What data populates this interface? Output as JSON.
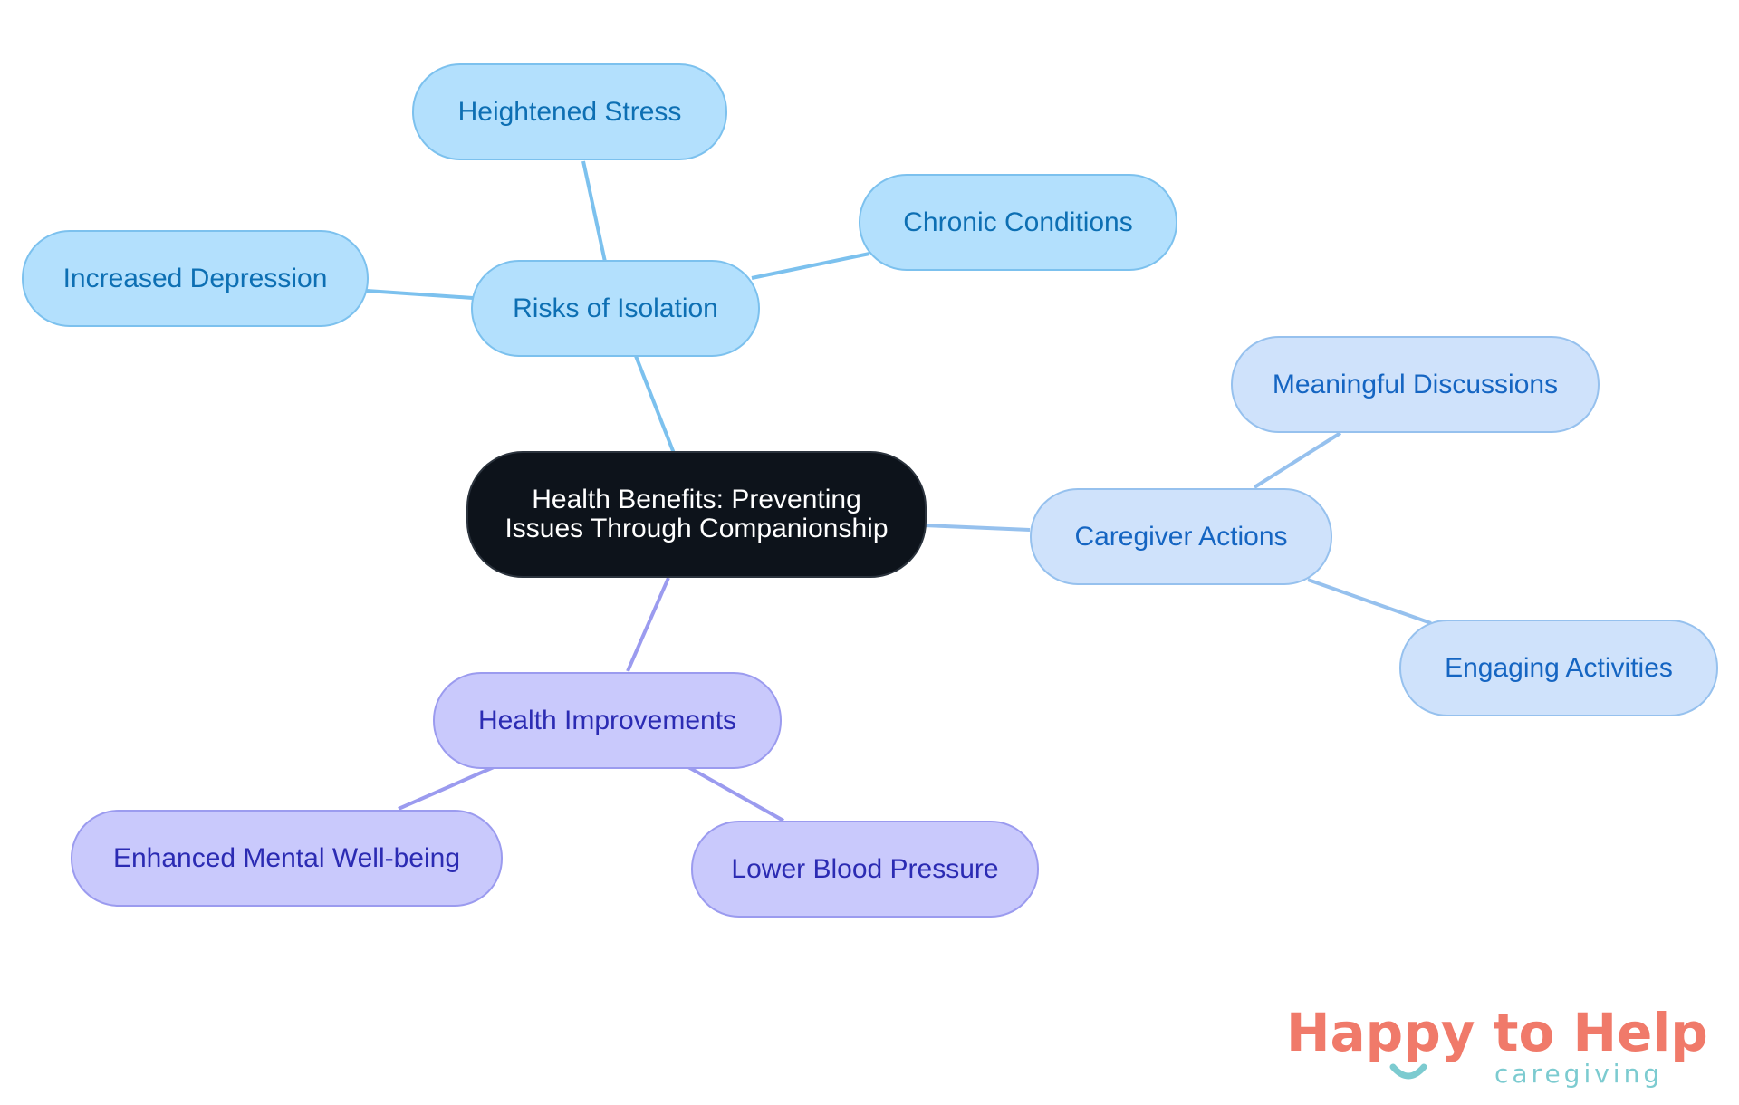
{
  "diagram": {
    "central": {
      "label_line1": "Health Benefits: Preventing",
      "label_line2": "Issues Through Companionship",
      "fill": "#0d131b"
    },
    "branches": [
      {
        "key": "risks",
        "label": "Risks of Isolation",
        "fill": "#b3e0fd",
        "stroke": "#7cc1ee",
        "text_color": "#0d6fb3",
        "children": [
          "Heightened Stress",
          "Chronic Conditions",
          "Increased Depression"
        ]
      },
      {
        "key": "caregiver",
        "label": "Caregiver Actions",
        "fill": "#cfe2fb",
        "stroke": "#96c1ee",
        "text_color": "#1565c2",
        "children": [
          "Meaningful Discussions",
          "Engaging Activities"
        ]
      },
      {
        "key": "health",
        "label": "Health Improvements",
        "fill": "#c9c9fc",
        "stroke": "#9b9bef",
        "text_color": "#2b2bb3",
        "children": [
          "Enhanced Mental Well-being",
          "Lower Blood Pressure"
        ]
      }
    ]
  },
  "logo": {
    "title": "Happy to Help",
    "subtitle": "caregiving",
    "title_color": "#f07a6a",
    "subtitle_color": "#7ccbd0"
  }
}
